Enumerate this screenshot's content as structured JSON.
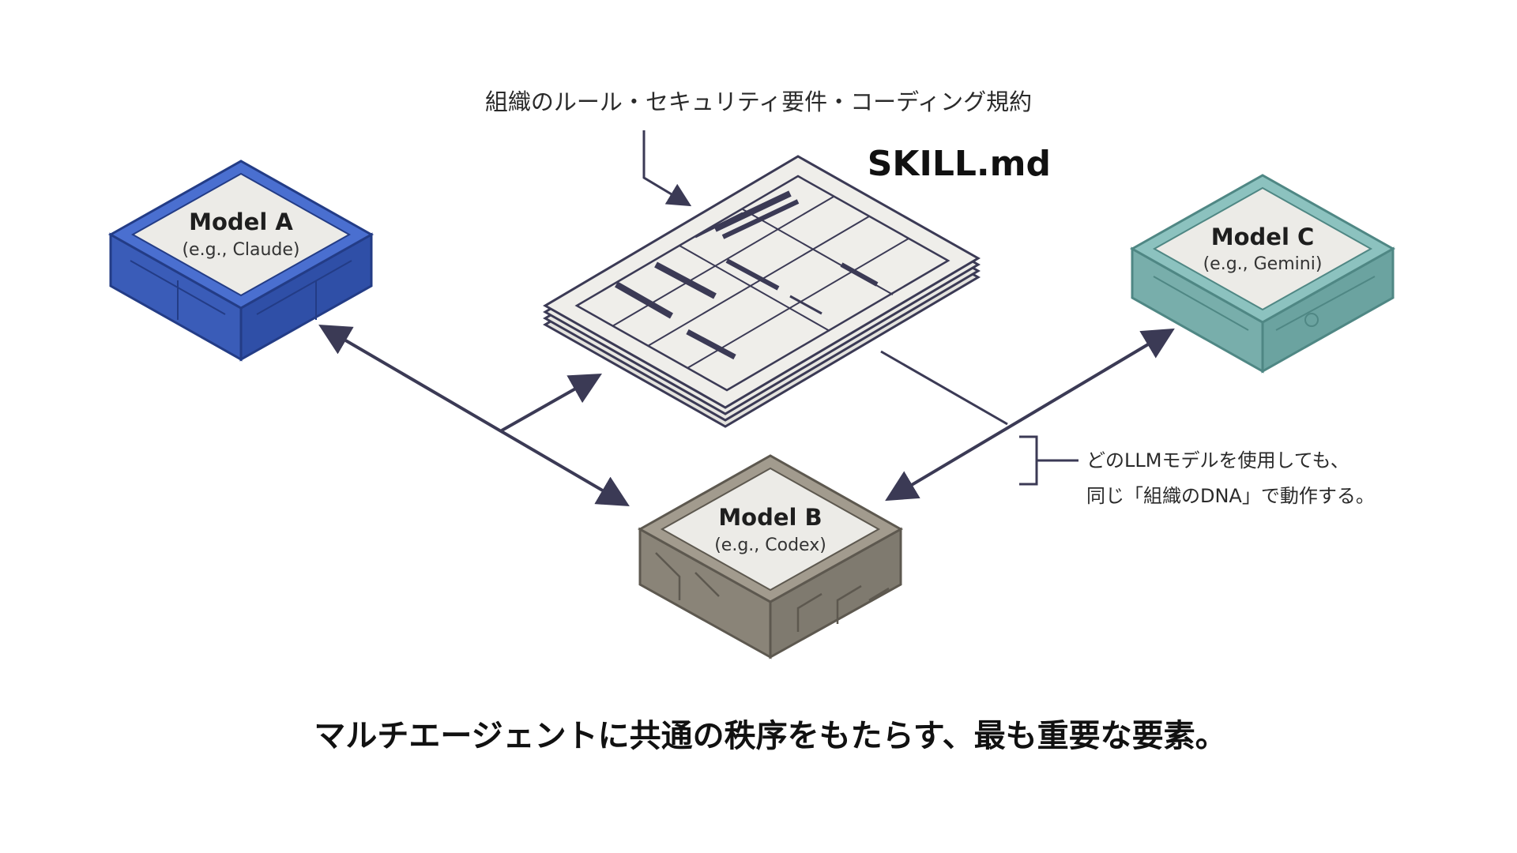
{
  "top_label": "組織のルール・セキュリティ要件・コーディング規約",
  "document": {
    "title": "SKILL.md"
  },
  "models": [
    {
      "name": "Model A",
      "example": "(e.g., Claude)",
      "color": "#3f63c4"
    },
    {
      "name": "Model B",
      "example": "(e.g., Codex)",
      "color": "#8f887b"
    },
    {
      "name": "Model C",
      "example": "(e.g., Gemini)",
      "color": "#7fb3b0"
    }
  ],
  "note": {
    "line1": "どのLLMモデルを使用しても、",
    "line2": "同じ「組織のDNA」で動作する。"
  },
  "caption": "マルチエージェントに共通の秩序をもたらす、最も重要な要素。",
  "colors": {
    "arrow": "#3b3a55",
    "model_a": "#3f63c4",
    "model_b": "#8f887b",
    "model_c": "#7fb3b0",
    "paper": "#efeeea"
  }
}
